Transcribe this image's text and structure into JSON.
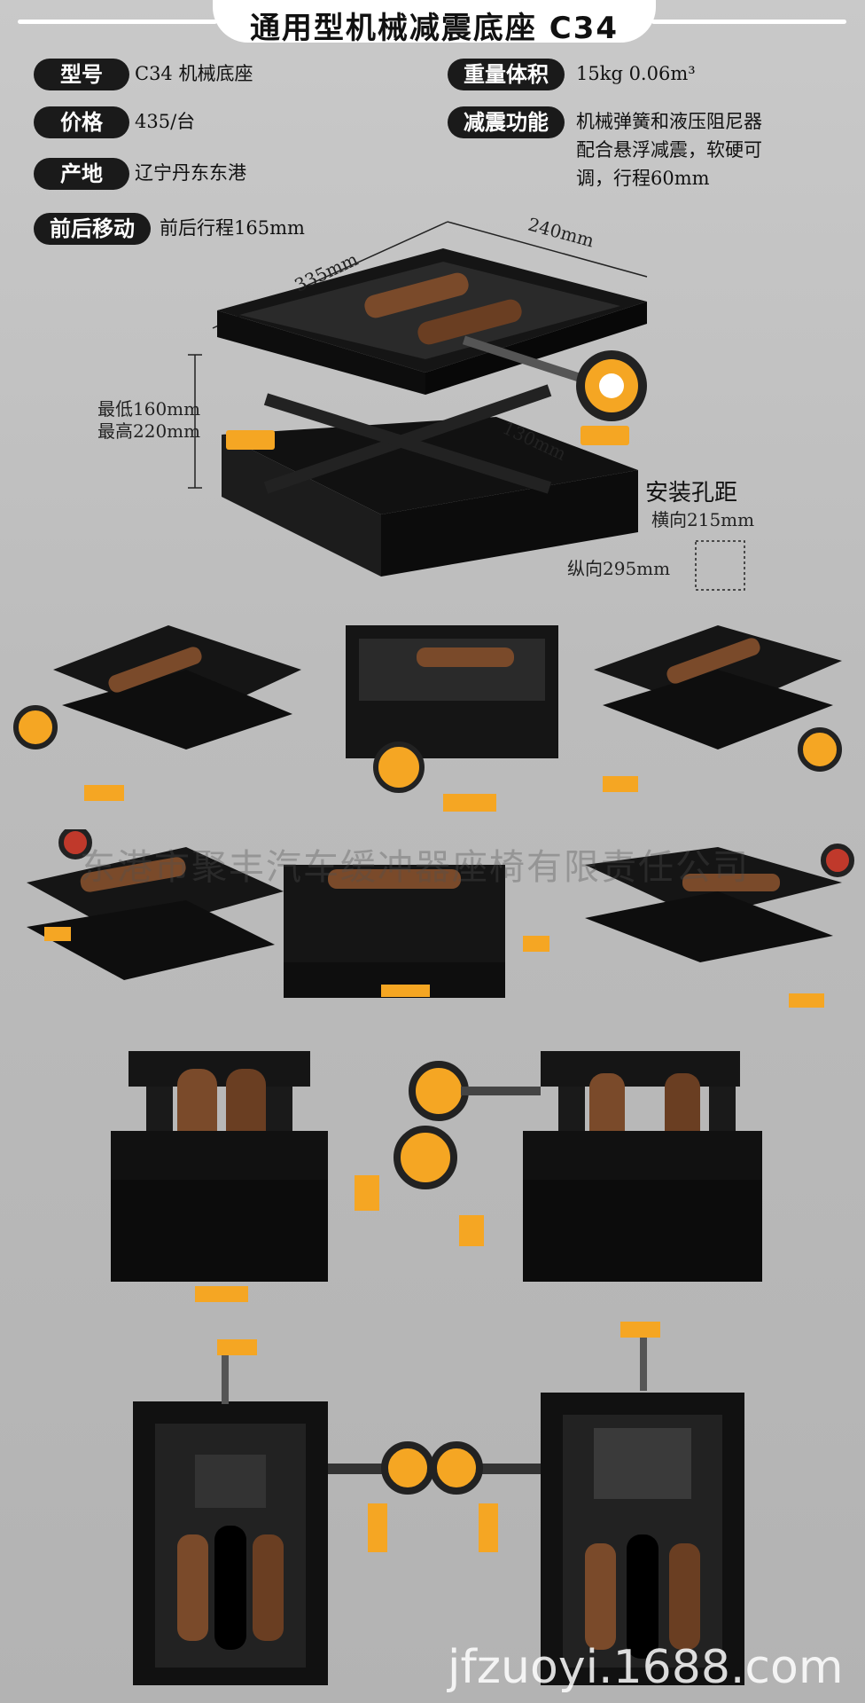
{
  "title": "通用型机械减震底座 C34",
  "specs": [
    {
      "label": "型号",
      "value": "C34 机械底座"
    },
    {
      "label": "价格",
      "value": "435/台"
    },
    {
      "label": "产地",
      "value": "辽宁丹东东港"
    },
    {
      "label": "前后移动",
      "value": "前后行程165mm"
    },
    {
      "label": "重量体积",
      "value": "15kg  0.06m³"
    },
    {
      "label": "减震功能",
      "value_lines": [
        "机械弹簧和液压阻尼器",
        "配合悬浮减震，软硬可",
        "调，行程60mm"
      ]
    }
  ],
  "dimensions": {
    "length": "335mm",
    "width": "240mm",
    "height_low": "最低160mm",
    "height_high": "最高220mm",
    "stroke": "130mm",
    "mount_title": "安装孔距",
    "mount_horizontal": "横向215mm",
    "mount_vertical": "纵向295mm"
  },
  "watermark": "东港市聚丰汽车缓冲器座椅有限责任公司",
  "site": "jfzuoyi.1688.com",
  "colors": {
    "accent": "#f5a623",
    "frame": "#111111",
    "spring": "#7a4a2a"
  }
}
